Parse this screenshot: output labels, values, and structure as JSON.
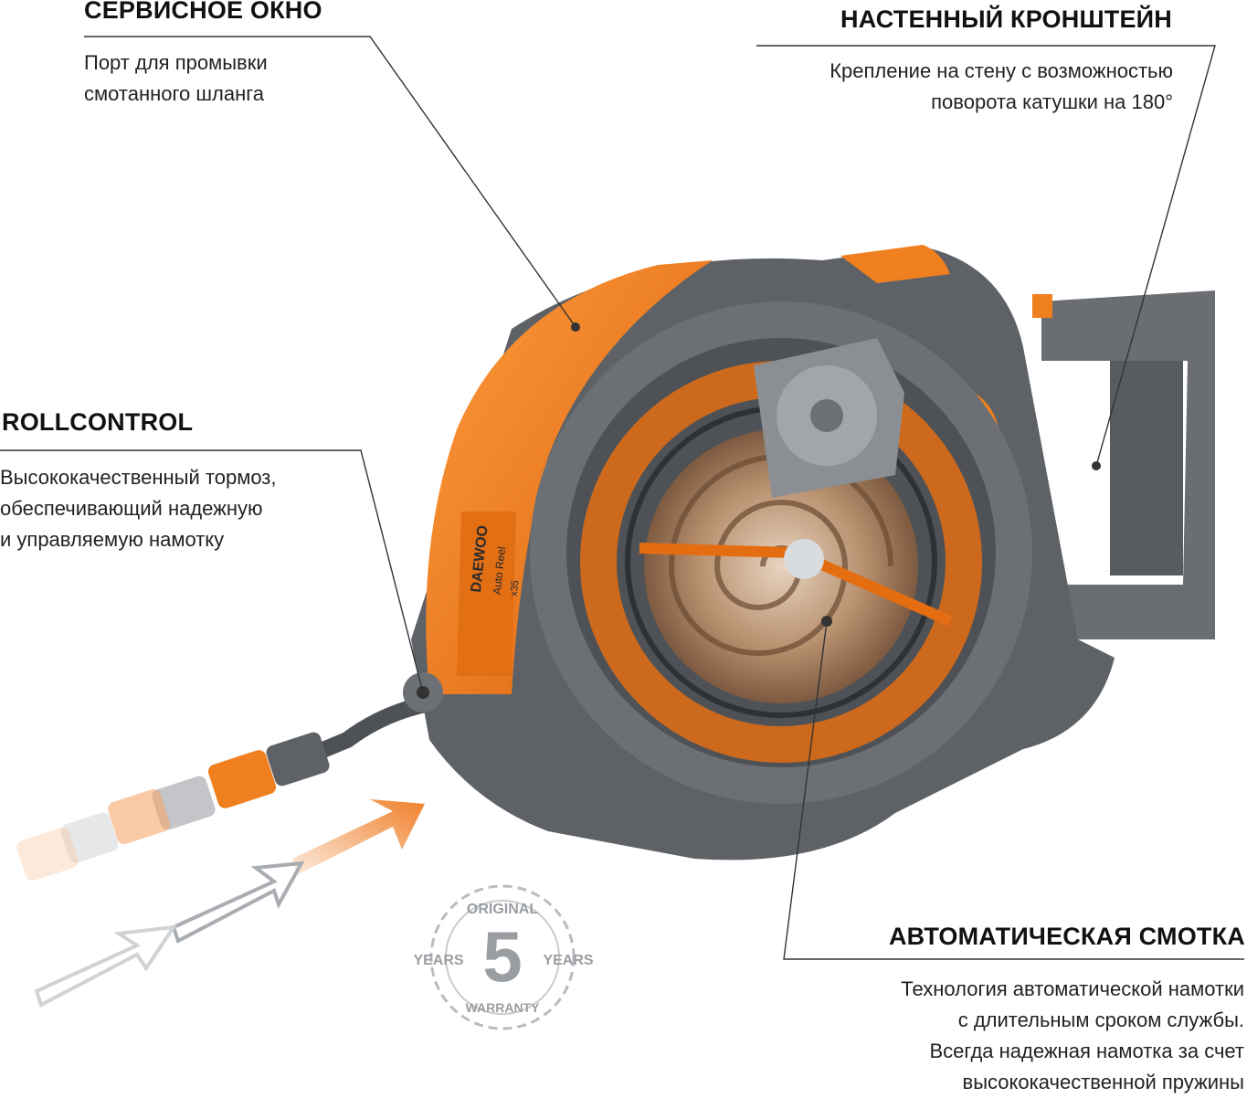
{
  "callouts": {
    "service_window": {
      "title": "СЕРВИСНОЕ ОКНО",
      "lines": [
        "Порт для промывки",
        "смотанного шланга"
      ]
    },
    "wall_bracket": {
      "title": "НАСТЕННЫЙ КРОНШТЕЙН",
      "lines": [
        "Крепление на стену с возможностью",
        "поворота катушки на 180°"
      ]
    },
    "rollcontrol": {
      "title": "ROLLCONTROL",
      "lines": [
        "Высококачественный тормоз,",
        "обеспечивающий надежную",
        "и управляемую намотку"
      ]
    },
    "auto_rewind": {
      "title": "АВТОМАТИЧЕСКАЯ СМОТКА",
      "lines": [
        "Технология автоматической намотки",
        "с длительным сроком службы.",
        "Всегда надежная намотка за счет",
        "высококачественной пружины"
      ]
    }
  },
  "product": {
    "brand": "DAEWOO",
    "model": "Auto Reel",
    "variant": "x35"
  },
  "badge": {
    "top": "ORIGINAL",
    "number": "5",
    "left": "YEARS",
    "right": "YEARS",
    "bottom": "WARRANTY"
  },
  "colors": {
    "orange": "#f07f1f",
    "dark_gray": "#5b5f63",
    "mid_gray": "#7b7f83",
    "copper": "#c9a98a"
  }
}
